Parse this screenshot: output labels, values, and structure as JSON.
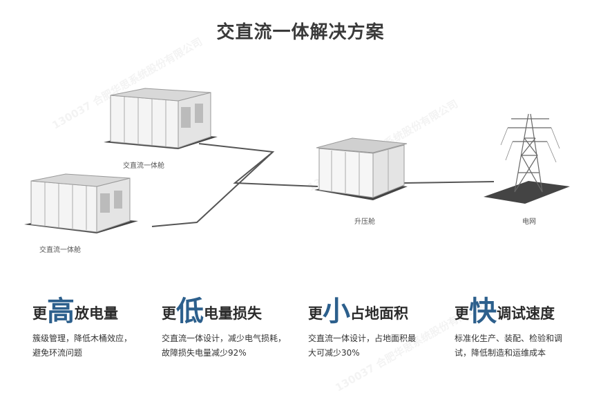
{
  "title": "交直流一体解决方案",
  "labels": {
    "cabin_top": "交直流一体舱",
    "cabin_bottom": "交直流一体舱",
    "booster": "升压舱",
    "grid": "电网"
  },
  "features": [
    {
      "pre": "更",
      "big": "高",
      "rest": "放电量",
      "desc": "簇级管理，降低木桶效应，避免环流问题"
    },
    {
      "pre": "更",
      "big": "低",
      "rest": "电量损失",
      "desc": "交直流一体设计，减少电气损耗，故障损失电量减少92%"
    },
    {
      "pre": "更",
      "big": "小",
      "rest": "占地面积",
      "desc": "交直流一体设计，占地面积最大可减少30%"
    },
    {
      "pre": "更",
      "big": "快",
      "rest": "调试速度",
      "desc": "标准化生产、装配、检验和调试，降低制造和运维成本"
    }
  ],
  "watermark": "130037 合肥华思系统股份有限公司",
  "colors": {
    "accent": "#2c5f8c",
    "line": "#555555"
  }
}
